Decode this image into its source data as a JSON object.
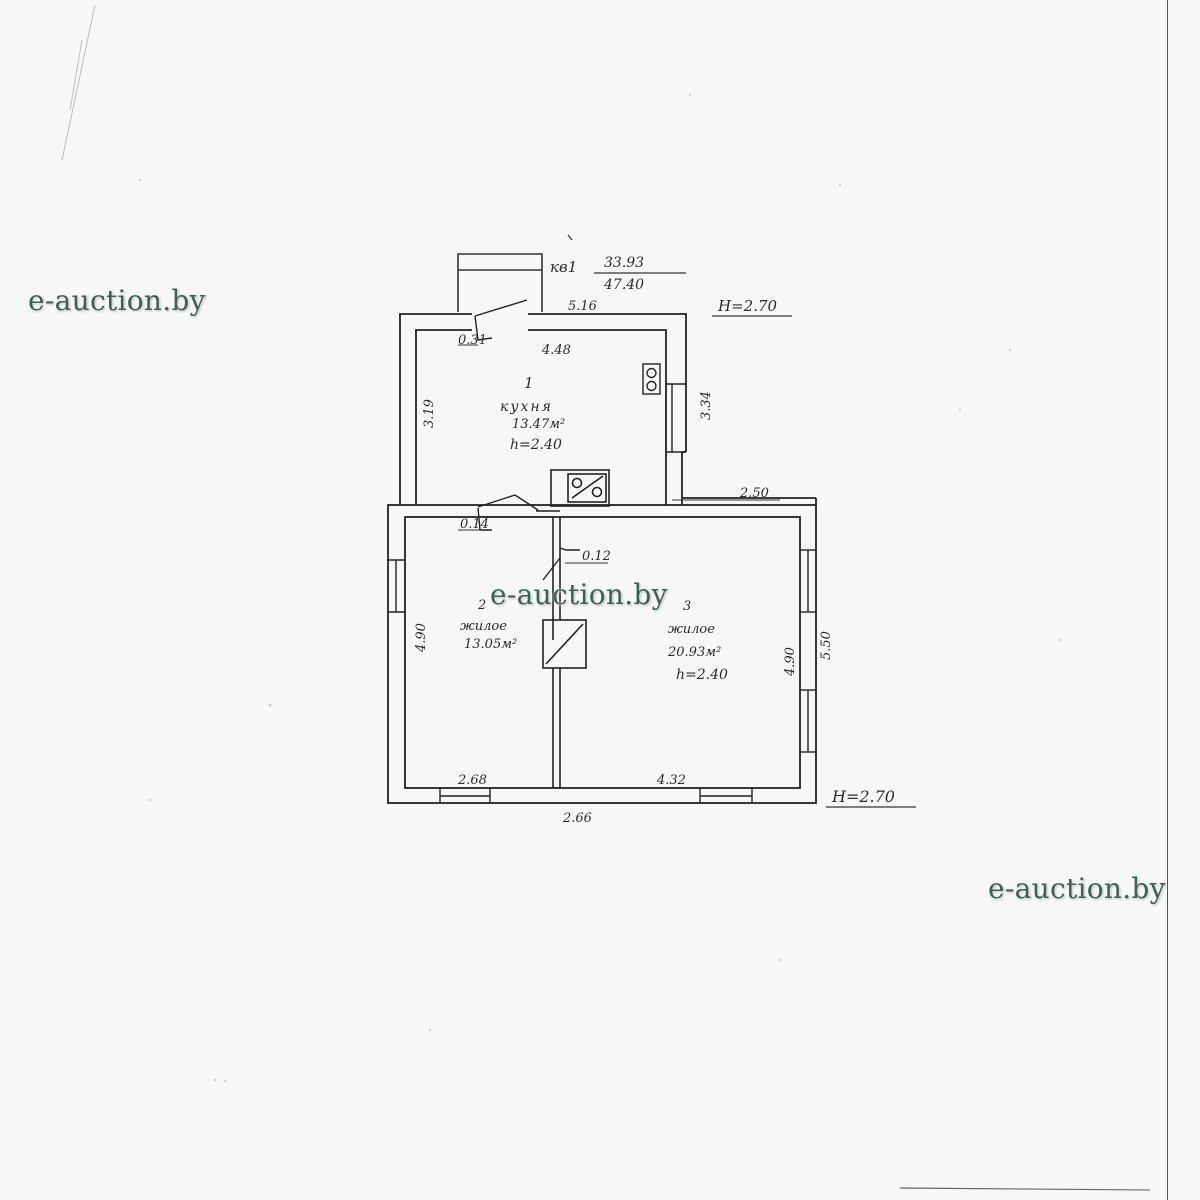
{
  "plan": {
    "flat_label": "кв1",
    "area_living": "33.93",
    "area_total": "47.40",
    "height_top": "H=2.70",
    "height_bottom": "H=2.70",
    "rooms": [
      {
        "number": "1",
        "name": "кухня",
        "area": "13.47м²",
        "height": "h=2.40"
      },
      {
        "number": "2",
        "name": "жилое",
        "area": "13.05м²",
        "height": ""
      },
      {
        "number": "3",
        "name": "жилое",
        "area": "20.93м²",
        "height": "h=2.40"
      }
    ],
    "dimensions": {
      "kitchen_top_outer": "5.16",
      "kitchen_top_inner": "4.48",
      "kitchen_left": "3.19",
      "kitchen_right": "3.34",
      "door_kitchen": "0.31",
      "door_room2": "0.14",
      "partition": "0.12",
      "step_right": "2.50",
      "room2_left": "4.90",
      "room3_right_inner": "4.90",
      "room3_right_outer": "5.50",
      "room2_bottom": "2.68",
      "room3_bottom": "4.32",
      "bottom_outer": "2.66"
    }
  },
  "watermarks": [
    "e-auction.by",
    "e-auction.by",
    "e-auction.by"
  ]
}
